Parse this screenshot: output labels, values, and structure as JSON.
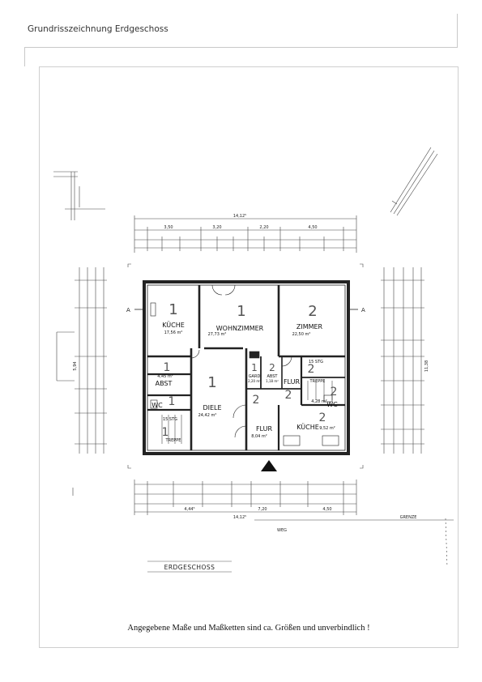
{
  "page": {
    "title": "Grundrisszeichnung Erdgeschoss"
  },
  "plan": {
    "caption": "ERDGESCHOSS",
    "section_marker": "A",
    "rooms": {
      "kueche_left": {
        "name": "KÜCHE",
        "area": "17,56 m²",
        "num": "1"
      },
      "wohnzimmer": {
        "name": "WOHNZIMMER",
        "area": "27,73 m²",
        "num": "1"
      },
      "zimmer": {
        "name": "ZIMMER",
        "area": "22,50 m²",
        "num": "2"
      },
      "abst_left": {
        "name": "ABST",
        "area": "4,45 m²",
        "num": "1"
      },
      "wc_left": {
        "name": "WC",
        "area": "",
        "num": "1"
      },
      "treppe_left": {
        "name": "TREPPE",
        "area": "15 STG",
        "num": "1"
      },
      "diele": {
        "name": "DIELE",
        "area": "24,42 m²",
        "num": "1"
      },
      "flur_top": {
        "name": "FLUR",
        "area": "",
        "num": "2"
      },
      "flur_bottom": {
        "name": "FLUR",
        "area": "8,04 m²",
        "num": "2"
      },
      "kueche_right": {
        "name": "KÜCHE",
        "area": "9,52 m²",
        "num": "2"
      },
      "wc_right": {
        "name": "WC",
        "area": "4,28 m²",
        "num": "2"
      },
      "treppe_right": {
        "name": "TREPPE",
        "area": "15 STG",
        "num": "2"
      },
      "garo": {
        "name": "GARD",
        "area": "2,20 m²",
        "num": "1"
      },
      "abst_mid": {
        "name": "ABST",
        "area": "1,18 m²",
        "num": "2"
      }
    },
    "dimensions": {
      "top_total": "14,12⁵",
      "top_segments": [
        "3,50",
        "3,20",
        "2,20",
        "4,50"
      ],
      "bottom_total": "14,12⁵",
      "bottom_segments": [
        "4,44⁵",
        "7,20",
        "4,50"
      ],
      "right_total": "11,38",
      "left_total": "5,94"
    },
    "labels": {
      "weg": "WEG",
      "grenze": "GRENZE"
    }
  },
  "footer": {
    "disclaimer": "Angegebene Maße und Maßketten sind ca. Größen und unverbindlich !"
  }
}
